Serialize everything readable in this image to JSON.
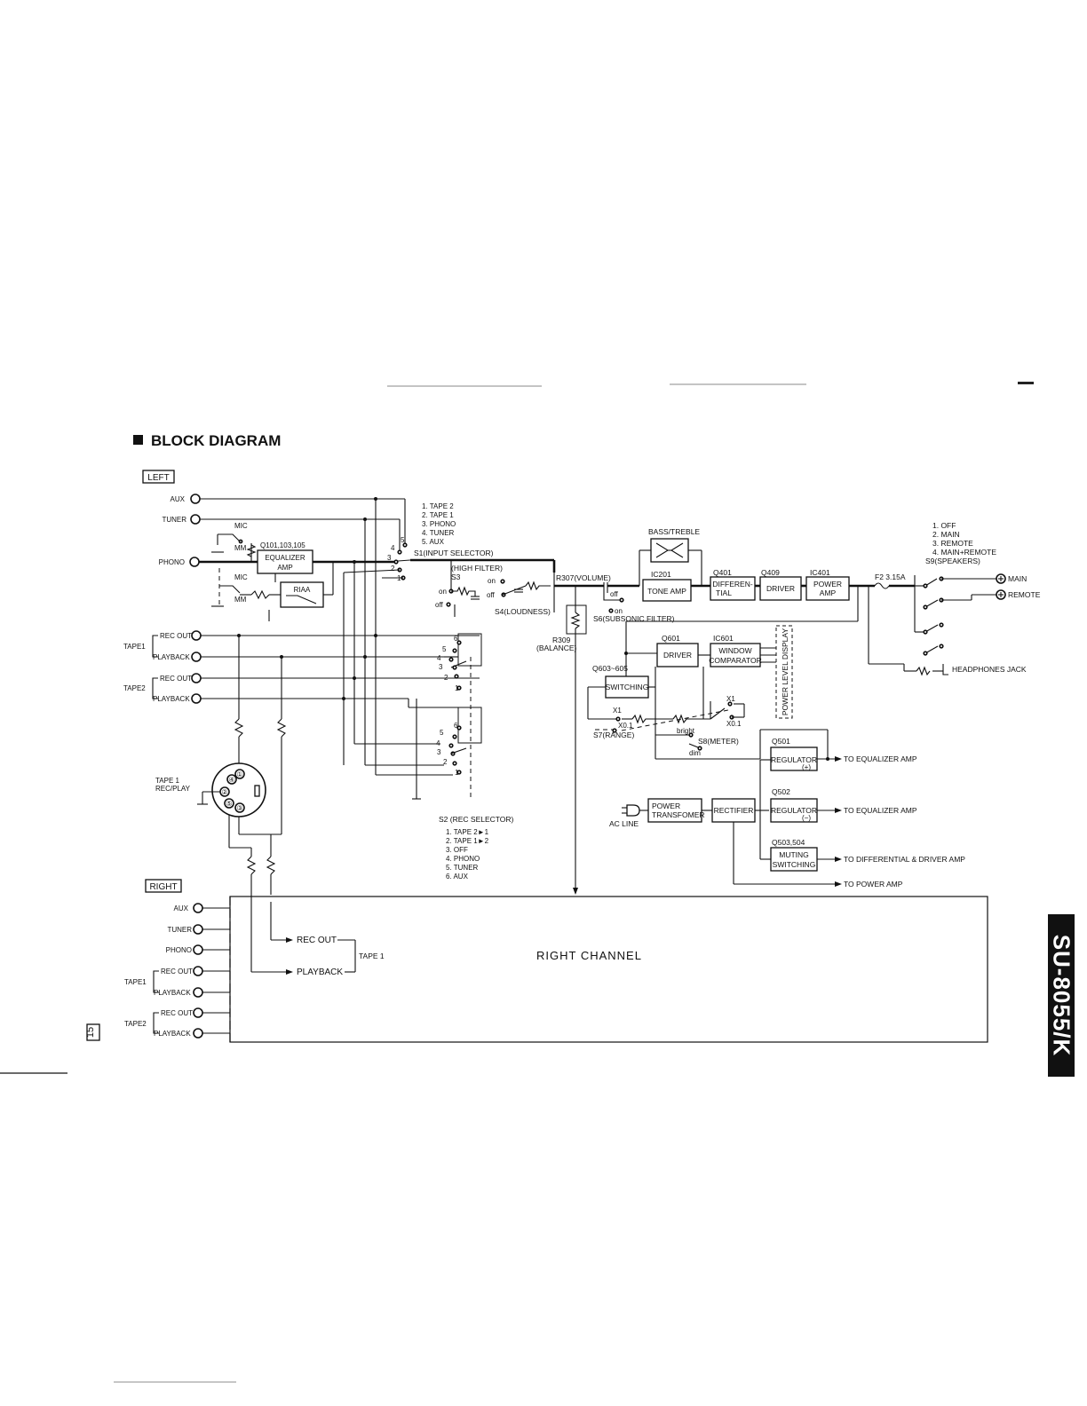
{
  "title": "BLOCK DIAGRAM",
  "model": "SU-8055/K",
  "page_number": "15",
  "channels": {
    "left": "LEFT",
    "right": "RIGHT",
    "right_block": "RIGHT  CHANNEL"
  },
  "inputs": {
    "aux": "AUX",
    "tuner": "TUNER",
    "phono": "PHONO",
    "rec_out": "REC OUT",
    "playback": "PLAYBACK",
    "tape1": "TAPE 1",
    "tape2": "TAPE 2",
    "tape1_short": "TAPE1",
    "tape2_short": "TAPE2"
  },
  "mic": "MIC",
  "mm": "MM",
  "s1": {
    "label": "S1(INPUT SELECTOR)",
    "options": [
      "1. TAPE 2",
      "2. TAPE 1",
      "3. PHONO",
      "4. TUNER",
      "5. AUX"
    ]
  },
  "s2": {
    "label": "S2 (REC SELECTOR)",
    "options": [
      "1. TAPE 2►1",
      "2. TAPE 1►2",
      "3. OFF",
      "4. PHONO",
      "5. TUNER",
      "6. AUX"
    ]
  },
  "s9": {
    "label": "S9(SPEAKERS)",
    "options": [
      "1. OFF",
      "2. MAIN",
      "3. REMOTE",
      "4. MAIN+REMOTE"
    ]
  },
  "blocks": {
    "q101": "Q101,103,105",
    "eq_amp_1": "EQUALIZER",
    "eq_amp_2": "AMP",
    "riaa": "RIAA",
    "bass_treble": "BASS/TREBLE",
    "ic201": "IC201",
    "tone_amp": "TONE AMP",
    "q401": "Q401",
    "diff_1": "DIFFEREN-",
    "diff_2": "TIAL",
    "q409": "Q409",
    "driver": "DRIVER",
    "ic401": "IC401",
    "power_amp_1": "POWER",
    "power_amp_2": "AMP",
    "q601": "Q601",
    "driver2": "DRIVER",
    "ic601": "IC601",
    "window_1": "WINDOW",
    "window_2": "COMPARATOR",
    "q603": "Q603~605",
    "switching": "SWITCHING",
    "power_level_display": "POWER LEVEL DISPLAY",
    "q501": "Q501",
    "regulator_pos": "REGULATOR",
    "pos": "(+)",
    "q502": "Q502",
    "regulator_neg": "REGULATOR",
    "neg": "(−)",
    "q503": "Q503,504",
    "muting_1": "MUTING",
    "muting_2": "SWITCHING",
    "power_tr_1": "POWER",
    "power_tr_2": "TRANSFOMER",
    "rectifier": "RECTIFIER"
  },
  "labels": {
    "high_filter": "(HIGH FILTER)",
    "s3": "S3",
    "s4": "S4(LOUDNESS)",
    "on": "on",
    "off": "off",
    "r307": "R307(VOLUME)",
    "r309": "R309",
    "balance": "(BALANCE)",
    "s6": "S6(SUBSONIC FILTER)",
    "s7": "S7(RANGE)",
    "s8": "S8(METER)",
    "x1": "X1",
    "x01": "X0.1",
    "bright": "bright",
    "dim": "dim",
    "f2": "F2  3.15A",
    "main": "MAIN",
    "remote": "REMOTE",
    "headphones": "HEADPHONES JACK",
    "ac_line": "AC LINE",
    "to_eq_pos": "TO EQUALIZER AMP",
    "to_eq_neg": "TO EQUALIZER AMP",
    "to_diff": "TO DIFFERENTIAL & DRIVER AMP",
    "to_power": "TO POWER AMP",
    "tape1_recplay_1": "TAPE 1",
    "tape1_recplay_2": "REC/PLAY",
    "rec_out_right": "REC OUT",
    "playback_right": "PLAYBACK",
    "tape1_right": "TAPE 1"
  },
  "numbers": [
    "1",
    "2",
    "3",
    "4",
    "5",
    "6"
  ],
  "pins": [
    "①",
    "②",
    "③",
    "④",
    "⑤"
  ]
}
